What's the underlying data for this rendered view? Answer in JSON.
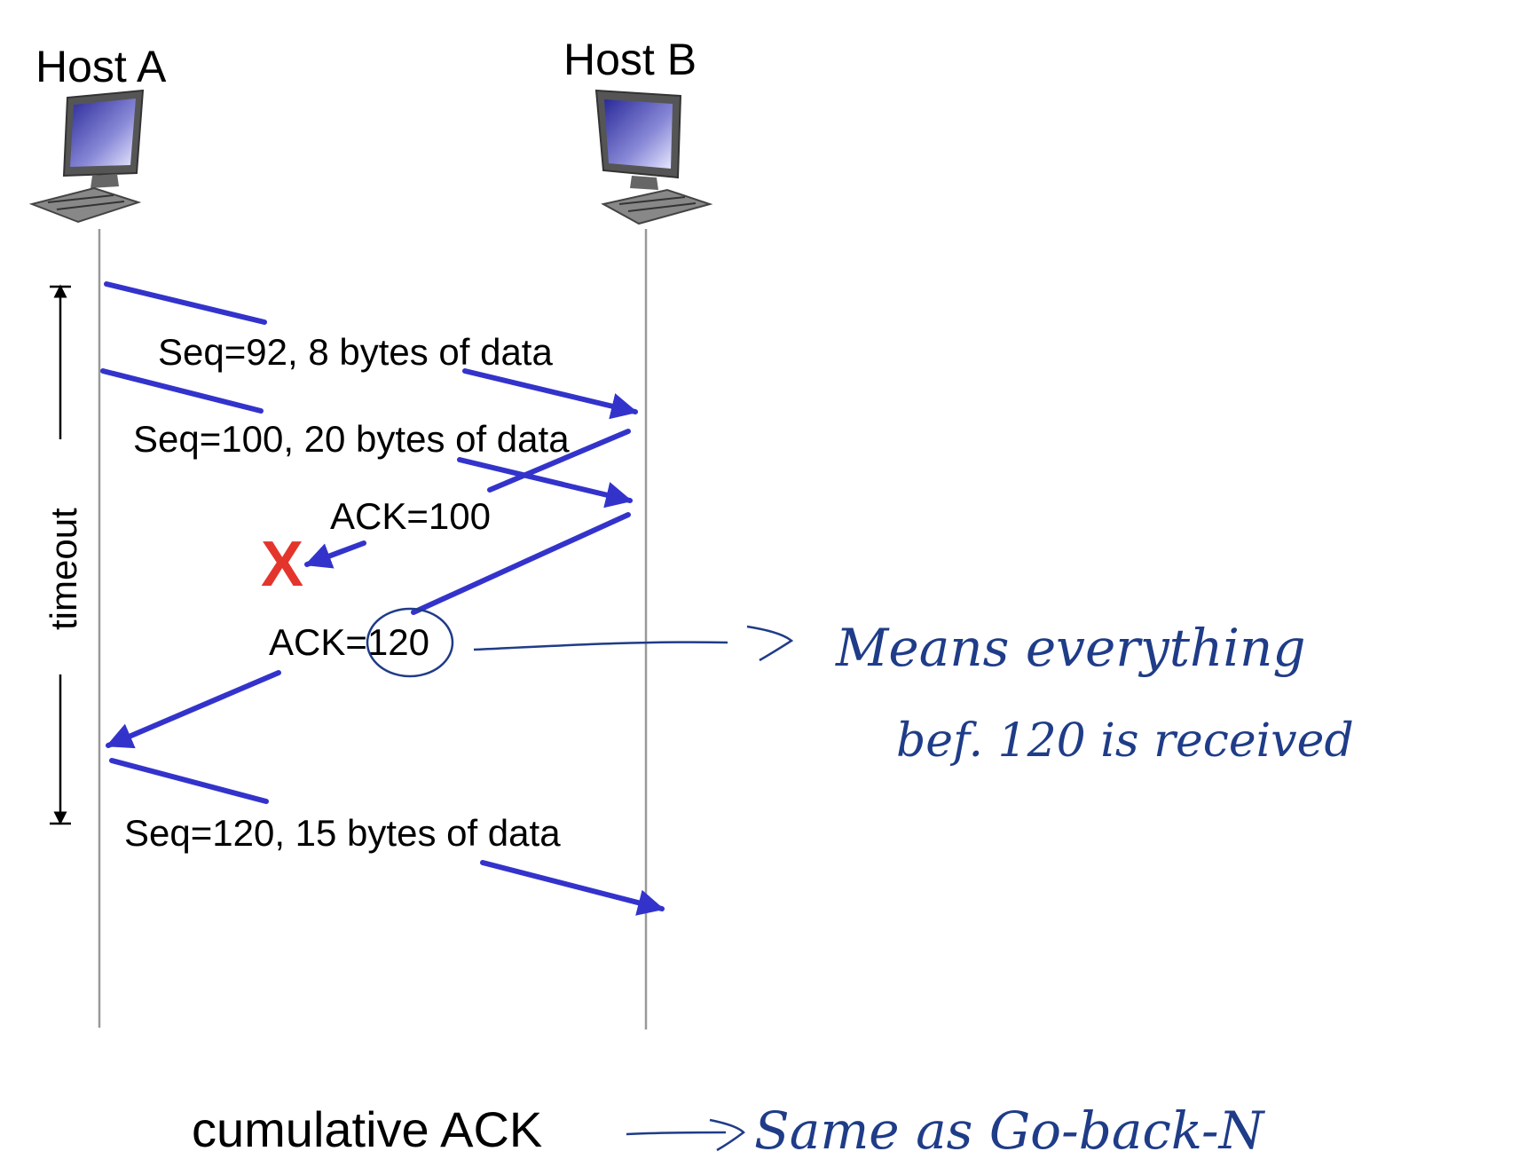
{
  "hosts": {
    "a_label": "Host A",
    "b_label": "Host B"
  },
  "timeout_label": "timeout",
  "messages": {
    "seq92": "Seq=92, 8 bytes of data",
    "seq100": "Seq=100, 20 bytes of data",
    "ack100": "ACK=100",
    "ack120": "ACK=120",
    "seq120": "Seq=120,  15 bytes of data"
  },
  "loss_marker": "X",
  "footer_label": "cumulative ACK",
  "annotations": {
    "note_line1": "Means   everything",
    "note_line2": "bef. 120 is received",
    "footer_note": "Same as  Go-back-N"
  },
  "colors": {
    "arrow": "#3333cc",
    "handwriting": "#1f3c88",
    "loss": "#e4352c",
    "timeline": "#999999"
  },
  "icons": [
    "computer-icon",
    "computer-icon"
  ]
}
